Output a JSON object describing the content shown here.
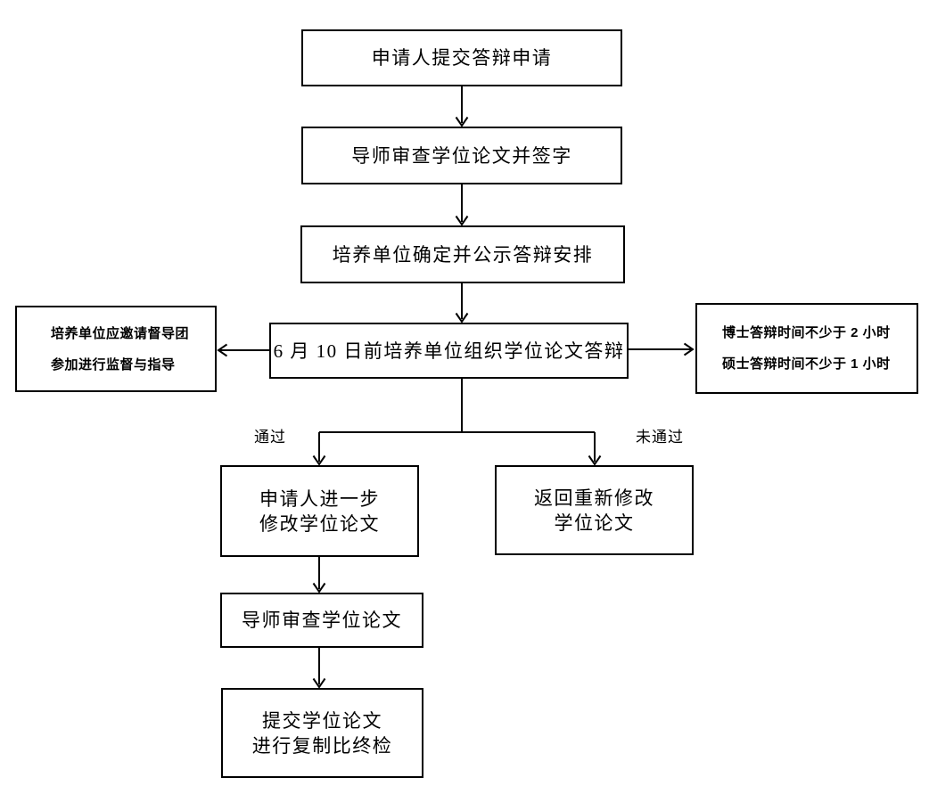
{
  "nodes": {
    "submit_application": {
      "text": "申请人提交答辩申请"
    },
    "advisor_sign": {
      "text": "导师审查学位论文并签字"
    },
    "publish_arrangement": {
      "text": "培养单位确定并公示答辩安排"
    },
    "organize_defense": {
      "text": "6 月 10 日前培养单位组织学位论文答辩"
    },
    "supervision_note": {
      "line1": "培养单位应邀请督导团",
      "line2": "参加进行监督与指导"
    },
    "duration_note": {
      "line1": "博士答辩时间不少于 2 小时",
      "line2": "硕士答辩时间不少于 1 小时"
    },
    "revise_thesis": {
      "line1": "申请人进一步",
      "line2": "修改学位论文"
    },
    "return_revise": {
      "line1": "返回重新修改",
      "line2": "学位论文"
    },
    "advisor_review": {
      "text": "导师审查学位论文"
    },
    "plagiarism_check": {
      "line1": "提交学位论文",
      "line2": "进行复制比终检"
    }
  },
  "edge_labels": {
    "pass": "通过",
    "fail": "未通过"
  },
  "colors": {
    "line": "#000000",
    "text": "#000000",
    "background": "#ffffff"
  }
}
